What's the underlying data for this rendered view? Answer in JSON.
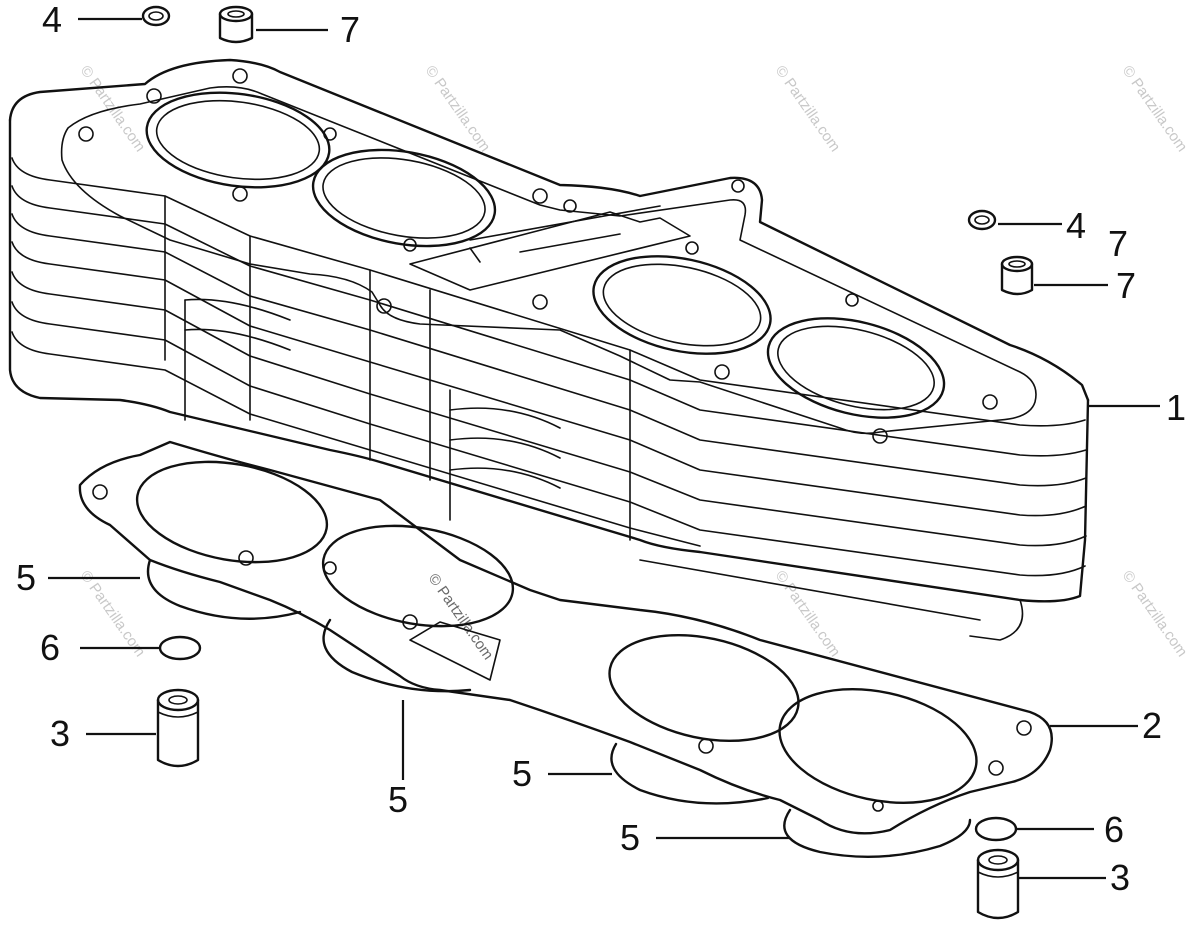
{
  "watermark": "© Partzilla.com",
  "callouts": [
    {
      "id": "c4a",
      "text": "4"
    },
    {
      "id": "c7a",
      "text": "7"
    },
    {
      "id": "c4b",
      "text": "4"
    },
    {
      "id": "c7b",
      "text": "7"
    },
    {
      "id": "c7c",
      "text": "7"
    },
    {
      "id": "c1",
      "text": "1"
    },
    {
      "id": "c2",
      "text": "2"
    },
    {
      "id": "c5a",
      "text": "5"
    },
    {
      "id": "c6a",
      "text": "6"
    },
    {
      "id": "c3a",
      "text": "3"
    },
    {
      "id": "c5b",
      "text": "5"
    },
    {
      "id": "c5c",
      "text": "5"
    },
    {
      "id": "c5d",
      "text": "5"
    },
    {
      "id": "c6b",
      "text": "6"
    },
    {
      "id": "c3b",
      "text": "3"
    }
  ],
  "colors": {
    "ink": "#111111",
    "watermark": "#c8c8c8",
    "background": "#ffffff"
  }
}
